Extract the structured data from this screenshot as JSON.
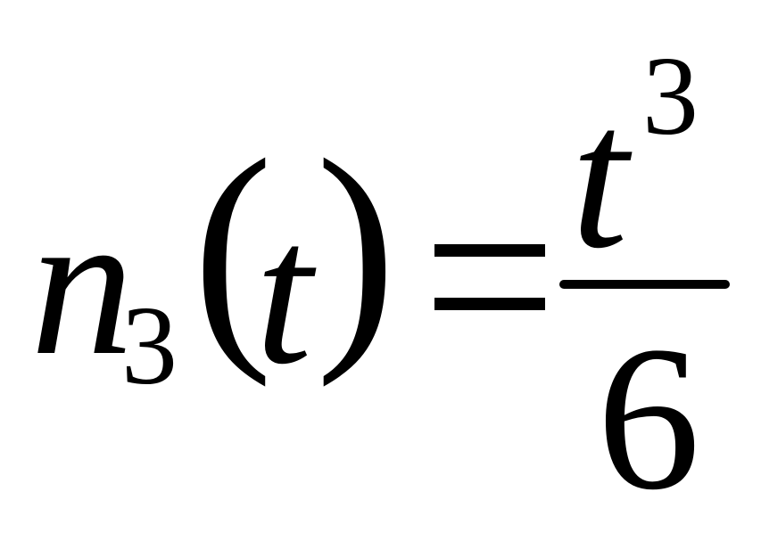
{
  "equation": {
    "lhs_variable": "n",
    "lhs_subscript": "3",
    "open_paren": "(",
    "argument": "t",
    "close_paren": ")",
    "numerator_variable": "t",
    "numerator_exponent": "3",
    "denominator": "6"
  },
  "colors": {
    "ink": "#000000",
    "background": "#ffffff"
  }
}
